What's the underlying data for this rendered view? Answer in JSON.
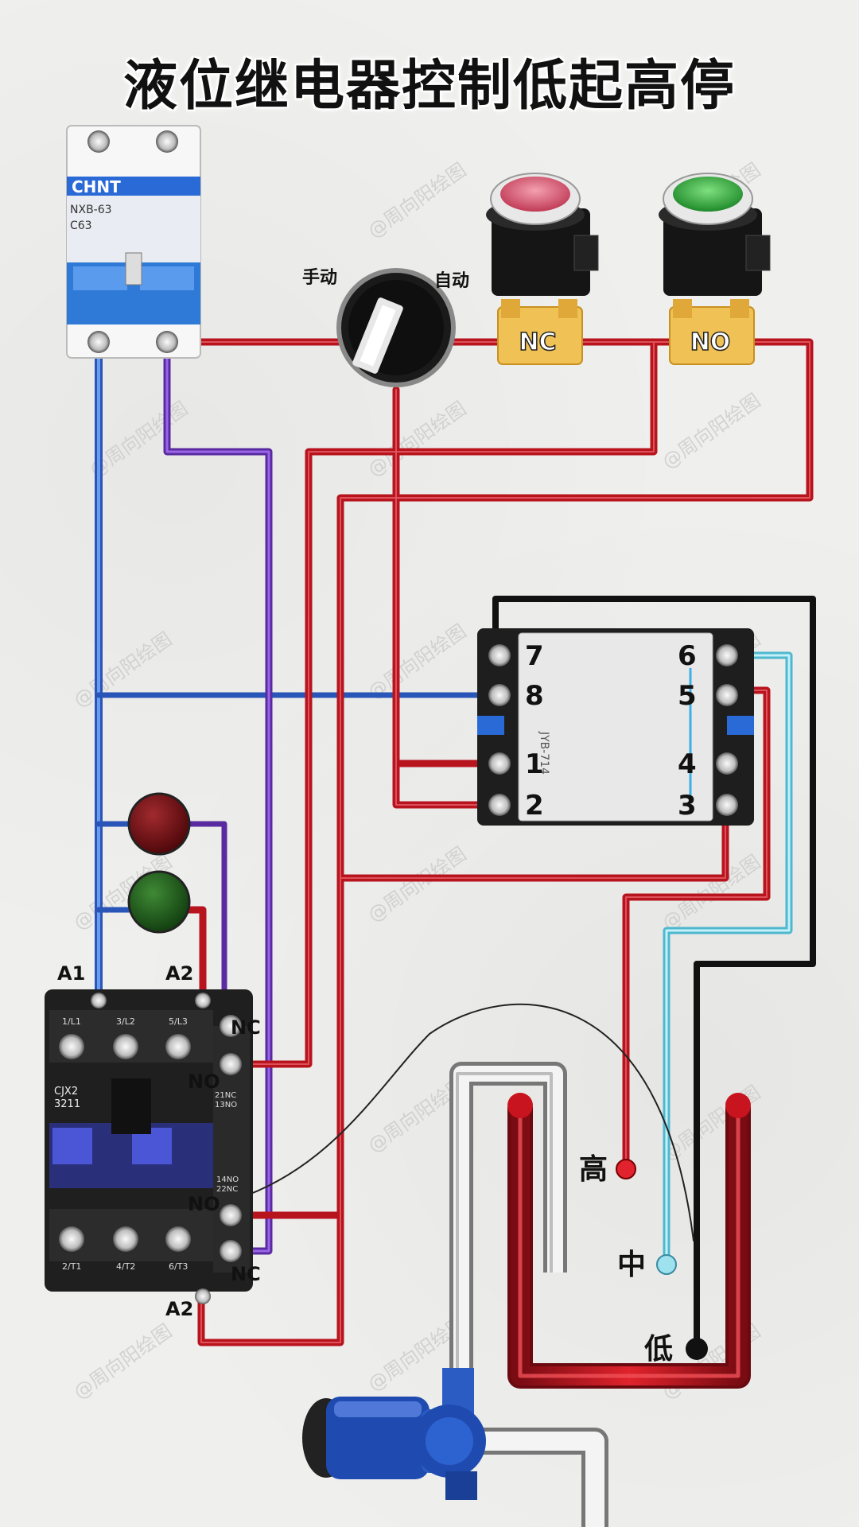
{
  "title": "液位继电器控制低起高停",
  "watermark": "@周向阳绘图",
  "breaker": {
    "brand": "CHNT",
    "model": "NXB-63",
    "rating": "C63"
  },
  "selector_switch": {
    "left_label": "手动",
    "right_label": "自动"
  },
  "buttons": {
    "stop": {
      "label": "NC",
      "color": "#d9506a"
    },
    "start": {
      "label": "NO",
      "color": "#2f9a3a"
    }
  },
  "relay": {
    "side_text": "JYB-714",
    "left_terminals": [
      "7",
      "8",
      "1",
      "2"
    ],
    "right_terminals": [
      "6",
      "5",
      "4",
      "3"
    ]
  },
  "contactor": {
    "model": "CJX2",
    "number": "3211",
    "top_poles": [
      "1/L1",
      "3/L2",
      "5/L3"
    ],
    "bottom_poles": [
      "2/T1",
      "4/T2",
      "6/T3"
    ],
    "coil_top_left": "A1",
    "coil_top_right": "A2",
    "coil_bottom": "A2",
    "aux_top_nc": "NC",
    "aux_top_no": "NO",
    "aux_top_code": "21NC\n13NO",
    "aux_bottom_no": "NO",
    "aux_bottom_nc": "NC",
    "aux_bottom_code": "14NO\n22NC"
  },
  "probes": {
    "high": "高",
    "mid": "中",
    "low": "低"
  },
  "colors": {
    "red_wire": "#b8141e",
    "blue_wire": "#3d6fd6",
    "purple_wire": "#7a3fc4",
    "black_wire": "#111111",
    "cyan_wire": "#8fd6e6",
    "indicator_red": "#6a0f12",
    "indicator_green": "#1d5a1a"
  }
}
